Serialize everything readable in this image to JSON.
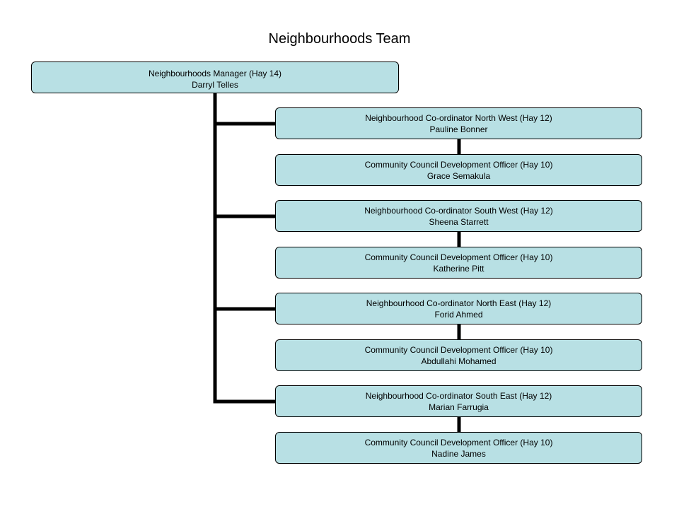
{
  "title": "Neighbourhoods  Team",
  "manager": {
    "role": "Neighbourhoods Manager (Hay 14)",
    "name": "Darryl Telles"
  },
  "areas": [
    {
      "coordinator": {
        "role": "Neighbourhood Co-ordinator North West (Hay 12)",
        "name": "Pauline Bonner"
      },
      "officer": {
        "role": "Community Council Development Officer (Hay 10)",
        "name": "Grace Semakula"
      }
    },
    {
      "coordinator": {
        "role": "Neighbourhood Co-ordinator South West (Hay 12)",
        "name": "Sheena Starrett"
      },
      "officer": {
        "role": "Community Council Development Officer (Hay 10)",
        "name": "Katherine Pitt"
      }
    },
    {
      "coordinator": {
        "role": "Neighbourhood Co-ordinator North East (Hay 12)",
        "name": "Forid Ahmed"
      },
      "officer": {
        "role": "Community Council Development Officer (Hay 10)",
        "name": "Abdullahi Mohamed"
      }
    },
    {
      "coordinator": {
        "role": "Neighbourhood Co-ordinator South East (Hay 12)",
        "name": "Marian Farrugia"
      },
      "officer": {
        "role": "Community Council Development Officer (Hay 10)",
        "name": "Nadine James"
      }
    }
  ],
  "colors": {
    "box_fill": "#b8e0e4",
    "box_border": "#000000",
    "connector": "#000000"
  }
}
